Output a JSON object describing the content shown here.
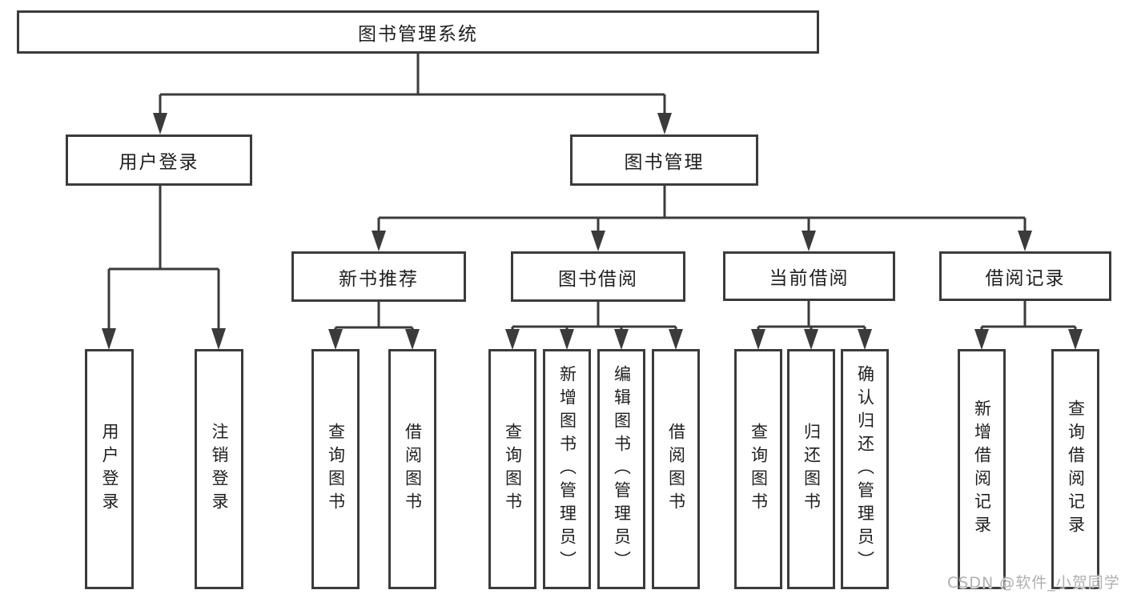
{
  "diagram": {
    "title": "图书管理系统",
    "nodes": {
      "root": "图书管理系统",
      "level2": [
        "用户登录",
        "图书管理"
      ],
      "level3": [
        "新书推荐",
        "图书借阅",
        "当前借阅",
        "借阅记录"
      ],
      "leaves_user": [
        "用户登录",
        "注销登录"
      ],
      "leaves_recommend": [
        "查询图书",
        "借阅图书"
      ],
      "leaves_borrow": [
        "查询图书",
        "新增图书（管理员）",
        "编辑图书（管理员）",
        "借阅图书"
      ],
      "leaves_current": [
        "查询图书",
        "归还图书",
        "确认归还（管理员）"
      ],
      "leaves_record": [
        "新增借阅记录",
        "查询借阅记录"
      ]
    }
  },
  "watermark": "CSDN @软件_小贺同学",
  "colors": {
    "line": "#3b3b3b",
    "text": "#1f1f1f",
    "background": "#ffffff",
    "watermark": "#b0b0b0"
  }
}
